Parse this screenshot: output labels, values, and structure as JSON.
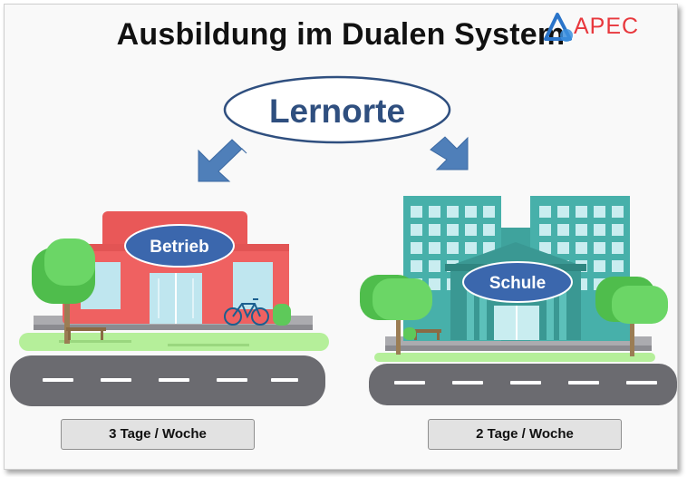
{
  "title": "Ausbildung im Dualen System",
  "logo": {
    "name": "APEC",
    "icon": "apec-triangle-logo"
  },
  "center": {
    "label": "Lernorte"
  },
  "left": {
    "label": "Betrieb",
    "days": "3 Tage / Woche"
  },
  "right": {
    "label": "Schule",
    "days": "2 Tage / Woche"
  },
  "colors": {
    "arrow": "#4f7fb9",
    "oval_text": "#2f4f7f",
    "betrieb_building": "#ef6161",
    "schule_building": "#47b0aa",
    "grass": "#b5ef9a",
    "road": "#6b6b70",
    "tree": "#5ec95a"
  }
}
